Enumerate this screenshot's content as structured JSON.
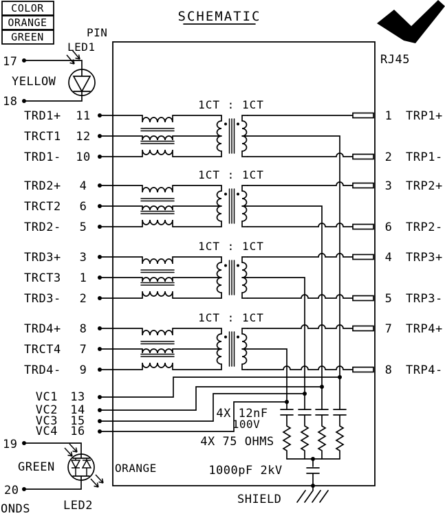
{
  "header": {
    "title": "SCHEMATIC",
    "pin_column": "PIN",
    "connector": "RJ45"
  },
  "legend": {
    "header": "COLOR",
    "rows": [
      "ORANGE",
      "GREEN"
    ]
  },
  "led1": {
    "designator": "LED1",
    "color": "YELLOW",
    "pin_top": "17",
    "pin_bottom": "18"
  },
  "led2": {
    "designator": "LED2",
    "color": "GREEN",
    "color2": "ORANGE",
    "pin_top": "19",
    "pin_bottom": "20"
  },
  "channels": [
    {
      "ratio": "1CT : 1CT",
      "left": [
        {
          "label": "TRD1+",
          "pin": "11"
        },
        {
          "label": "TRCT1",
          "pin": "12"
        },
        {
          "label": "TRD1-",
          "pin": "10"
        }
      ],
      "right": [
        {
          "pin": "1",
          "label": "TRP1+"
        },
        {
          "pin": "2",
          "label": "TRP1-"
        }
      ]
    },
    {
      "ratio": "1CT : 1CT",
      "left": [
        {
          "label": "TRD2+",
          "pin": "4"
        },
        {
          "label": "TRCT2",
          "pin": "6"
        },
        {
          "label": "TRD2-",
          "pin": "5"
        }
      ],
      "right": [
        {
          "pin": "3",
          "label": "TRP2+"
        },
        {
          "pin": "6",
          "label": "TRP2-"
        }
      ]
    },
    {
      "ratio": "1CT : 1CT",
      "left": [
        {
          "label": "TRD3+",
          "pin": "3"
        },
        {
          "label": "TRCT3",
          "pin": "1"
        },
        {
          "label": "TRD3-",
          "pin": "2"
        }
      ],
      "right": [
        {
          "pin": "4",
          "label": "TRP3+"
        },
        {
          "pin": "5",
          "label": "TRP3-"
        }
      ]
    },
    {
      "ratio": "1CT : 1CT",
      "left": [
        {
          "label": "TRD4+",
          "pin": "8"
        },
        {
          "label": "TRCT4",
          "pin": "7"
        },
        {
          "label": "TRD4-",
          "pin": "9"
        }
      ],
      "right": [
        {
          "pin": "7",
          "label": "TRP4+"
        },
        {
          "pin": "8",
          "label": "TRP4-"
        }
      ]
    }
  ],
  "vc_pins": [
    {
      "label": "VC1",
      "pin": "13"
    },
    {
      "label": "VC2",
      "pin": "14"
    },
    {
      "label": "VC3",
      "pin": "15"
    },
    {
      "label": "VC4",
      "pin": "16"
    }
  ],
  "components": {
    "cap_bank": "4X 12nF",
    "cap_bank_voltage": "100V",
    "resistor_bank": "4X 75 OHMS",
    "hv_cap": "1000pF 2kV",
    "shield_label": "SHIELD"
  },
  "partial_text": "ONDS",
  "colors": {
    "line": "#000000",
    "background": "#ffffff"
  }
}
